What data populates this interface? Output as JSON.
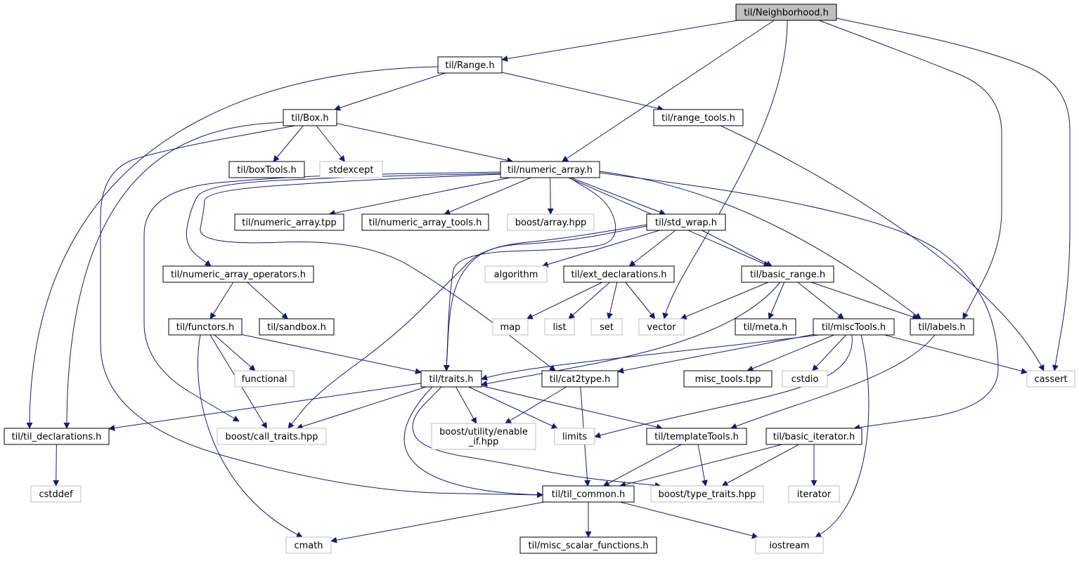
{
  "diagram": {
    "type": "include-dependency-graph",
    "colors": {
      "edge": "#191970",
      "root_fill": "#bfbfbf",
      "root_border": "#000000",
      "project_border": "#000000",
      "system_border": "#bfbfbf",
      "node_fill": "#ffffff"
    },
    "nodes": [
      {
        "id": "neighborhood",
        "label": "til/Neighborhood.h",
        "kind": "root"
      },
      {
        "id": "range",
        "label": "til/Range.h",
        "kind": "project"
      },
      {
        "id": "box",
        "label": "til/Box.h",
        "kind": "project"
      },
      {
        "id": "range_tools",
        "label": "til/range_tools.h",
        "kind": "project"
      },
      {
        "id": "boxtools",
        "label": "til/boxTools.h",
        "kind": "project"
      },
      {
        "id": "stdexcept",
        "label": "stdexcept",
        "kind": "system"
      },
      {
        "id": "numeric_array",
        "label": "til/numeric_array.h",
        "kind": "project"
      },
      {
        "id": "numeric_array_tpp",
        "label": "til/numeric_array.tpp",
        "kind": "project"
      },
      {
        "id": "numeric_array_tools",
        "label": "til/numeric_array_tools.h",
        "kind": "project"
      },
      {
        "id": "boost_array",
        "label": "boost/array.hpp",
        "kind": "system"
      },
      {
        "id": "std_wrap",
        "label": "til/std_wrap.h",
        "kind": "project"
      },
      {
        "id": "numeric_array_operators",
        "label": "til/numeric_array_operators.h",
        "kind": "project"
      },
      {
        "id": "algorithm",
        "label": "algorithm",
        "kind": "system"
      },
      {
        "id": "ext_declarations",
        "label": "til/ext_declarations.h",
        "kind": "project"
      },
      {
        "id": "basic_range",
        "label": "til/basic_range.h",
        "kind": "project"
      },
      {
        "id": "functors",
        "label": "til/functors.h",
        "kind": "project"
      },
      {
        "id": "sandbox",
        "label": "til/sandbox.h",
        "kind": "project"
      },
      {
        "id": "map",
        "label": "map",
        "kind": "system"
      },
      {
        "id": "list",
        "label": "list",
        "kind": "system"
      },
      {
        "id": "set",
        "label": "set",
        "kind": "system"
      },
      {
        "id": "vector",
        "label": "vector",
        "kind": "system"
      },
      {
        "id": "meta",
        "label": "til/meta.h",
        "kind": "project"
      },
      {
        "id": "misctools",
        "label": "til/miscTools.h",
        "kind": "project"
      },
      {
        "id": "labels",
        "label": "til/labels.h",
        "kind": "project"
      },
      {
        "id": "functional",
        "label": "functional",
        "kind": "system"
      },
      {
        "id": "traits",
        "label": "til/traits.h",
        "kind": "project"
      },
      {
        "id": "cat2type",
        "label": "til/cat2type.h",
        "kind": "project"
      },
      {
        "id": "misc_tools_tpp",
        "label": "misc_tools.tpp",
        "kind": "project"
      },
      {
        "id": "cstdio",
        "label": "cstdio",
        "kind": "system"
      },
      {
        "id": "cassert",
        "label": "cassert",
        "kind": "system"
      },
      {
        "id": "til_declarations",
        "label": "til/til_declarations.h",
        "kind": "project"
      },
      {
        "id": "boost_call_traits",
        "label": "boost/call_traits.hpp",
        "kind": "system"
      },
      {
        "id": "enable_if",
        "label": "boost/utility/enable\n_if.hpp",
        "kind": "system"
      },
      {
        "id": "limits",
        "label": "limits",
        "kind": "system"
      },
      {
        "id": "templatetools",
        "label": "til/templateTools.h",
        "kind": "project"
      },
      {
        "id": "basic_iterator",
        "label": "til/basic_iterator.h",
        "kind": "project"
      },
      {
        "id": "cstddef",
        "label": "cstddef",
        "kind": "system"
      },
      {
        "id": "til_common",
        "label": "til/til_common.h",
        "kind": "project"
      },
      {
        "id": "boost_type_traits",
        "label": "boost/type_traits.hpp",
        "kind": "system"
      },
      {
        "id": "iterator",
        "label": "iterator",
        "kind": "system"
      },
      {
        "id": "cmath",
        "label": "cmath",
        "kind": "system"
      },
      {
        "id": "misc_scalar_functions",
        "label": "til/misc_scalar_functions.h",
        "kind": "project"
      },
      {
        "id": "iostream",
        "label": "iostream",
        "kind": "system"
      }
    ],
    "edges": [
      [
        "neighborhood",
        "range"
      ],
      [
        "neighborhood",
        "numeric_array"
      ],
      [
        "neighborhood",
        "vector"
      ],
      [
        "neighborhood",
        "labels"
      ],
      [
        "neighborhood",
        "cassert"
      ],
      [
        "range",
        "til_declarations"
      ],
      [
        "range",
        "box"
      ],
      [
        "range",
        "range_tools"
      ],
      [
        "box",
        "til_declarations"
      ],
      [
        "box",
        "til_common"
      ],
      [
        "box",
        "boxtools"
      ],
      [
        "box",
        "stdexcept"
      ],
      [
        "box",
        "numeric_array"
      ],
      [
        "range_tools",
        "cassert"
      ],
      [
        "numeric_array",
        "numeric_array_operators"
      ],
      [
        "numeric_array",
        "boost_call_traits"
      ],
      [
        "numeric_array",
        "cat2type"
      ],
      [
        "numeric_array",
        "numeric_array_tpp"
      ],
      [
        "numeric_array",
        "numeric_array_tools"
      ],
      [
        "numeric_array",
        "boost_array"
      ],
      [
        "numeric_array",
        "std_wrap"
      ],
      [
        "numeric_array",
        "traits"
      ],
      [
        "numeric_array",
        "basic_range"
      ],
      [
        "numeric_array",
        "labels"
      ],
      [
        "numeric_array",
        "basic_iterator"
      ],
      [
        "std_wrap",
        "boost_call_traits"
      ],
      [
        "std_wrap",
        "traits"
      ],
      [
        "std_wrap",
        "algorithm"
      ],
      [
        "std_wrap",
        "ext_declarations"
      ],
      [
        "std_wrap",
        "basic_range"
      ],
      [
        "numeric_array_operators",
        "functors"
      ],
      [
        "numeric_array_operators",
        "sandbox"
      ],
      [
        "ext_declarations",
        "map"
      ],
      [
        "ext_declarations",
        "list"
      ],
      [
        "ext_declarations",
        "set"
      ],
      [
        "ext_declarations",
        "vector"
      ],
      [
        "basic_range",
        "vector"
      ],
      [
        "basic_range",
        "traits"
      ],
      [
        "basic_range",
        "meta"
      ],
      [
        "basic_range",
        "misctools"
      ],
      [
        "basic_range",
        "labels"
      ],
      [
        "functors",
        "functional"
      ],
      [
        "functors",
        "traits"
      ],
      [
        "functors",
        "boost_call_traits"
      ],
      [
        "functors",
        "cmath"
      ],
      [
        "misctools",
        "traits"
      ],
      [
        "misctools",
        "cat2type"
      ],
      [
        "misctools",
        "misc_tools_tpp"
      ],
      [
        "misctools",
        "cstdio"
      ],
      [
        "misctools",
        "cassert"
      ],
      [
        "misctools",
        "limits"
      ],
      [
        "misctools",
        "iostream"
      ],
      [
        "labels",
        "templatetools"
      ],
      [
        "traits",
        "til_declarations"
      ],
      [
        "traits",
        "boost_call_traits"
      ],
      [
        "traits",
        "enable_if"
      ],
      [
        "traits",
        "limits"
      ],
      [
        "traits",
        "templatetools"
      ],
      [
        "traits",
        "til_common"
      ],
      [
        "traits",
        "boost_type_traits"
      ],
      [
        "cat2type",
        "enable_if"
      ],
      [
        "cat2type",
        "til_common"
      ],
      [
        "til_declarations",
        "cstddef"
      ],
      [
        "templatetools",
        "til_common"
      ],
      [
        "templatetools",
        "boost_type_traits"
      ],
      [
        "basic_iterator",
        "til_common"
      ],
      [
        "basic_iterator",
        "boost_type_traits"
      ],
      [
        "basic_iterator",
        "iterator"
      ],
      [
        "til_common",
        "cmath"
      ],
      [
        "til_common",
        "misc_scalar_functions"
      ],
      [
        "til_common",
        "iostream"
      ]
    ]
  }
}
